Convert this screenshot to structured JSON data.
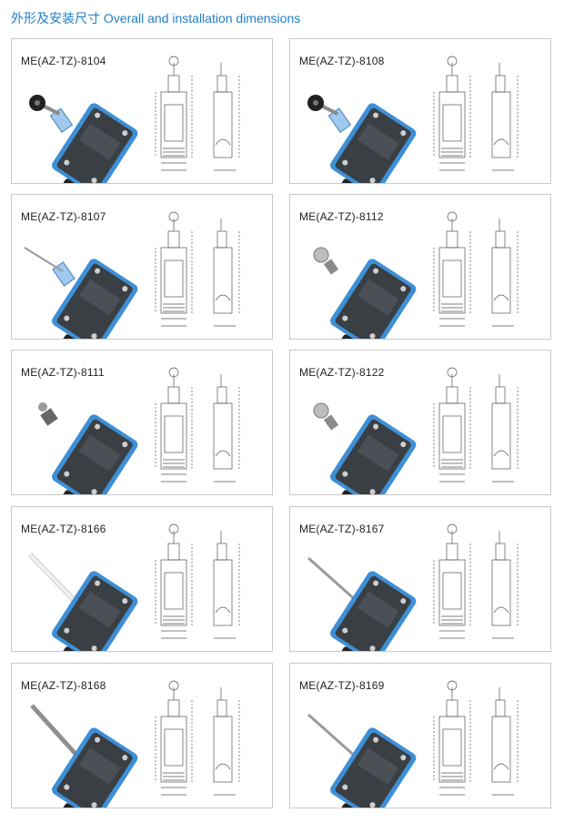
{
  "header": {
    "title_cn": "外形及安装尺寸",
    "title_en": "Overall and installation dimensions",
    "color": "#1e7fc8"
  },
  "panels": [
    {
      "model": "ME(AZ-TZ)-8104",
      "actuator": "roller-lever"
    },
    {
      "model": "ME(AZ-TZ)-8108",
      "actuator": "roller-lever"
    },
    {
      "model": "ME(AZ-TZ)-8107",
      "actuator": "rod-lever"
    },
    {
      "model": "ME(AZ-TZ)-8112",
      "actuator": "roller-plunger"
    },
    {
      "model": "ME(AZ-TZ)-8111",
      "actuator": "plunger"
    },
    {
      "model": "ME(AZ-TZ)-8122",
      "actuator": "roller-plunger"
    },
    {
      "model": "ME(AZ-TZ)-8166",
      "actuator": "coil-spring-white"
    },
    {
      "model": "ME(AZ-TZ)-8167",
      "actuator": "coil-spring-steel"
    },
    {
      "model": "ME(AZ-TZ)-8168",
      "actuator": "spring-rod"
    },
    {
      "model": "ME(AZ-TZ)-8169",
      "actuator": "coil-spring-steel"
    }
  ],
  "colors": {
    "housing_blue": "#3d8fd6",
    "body_dark": "#3a3f44",
    "panel_border": "#c9c9c9",
    "drawing_line": "#555555"
  }
}
